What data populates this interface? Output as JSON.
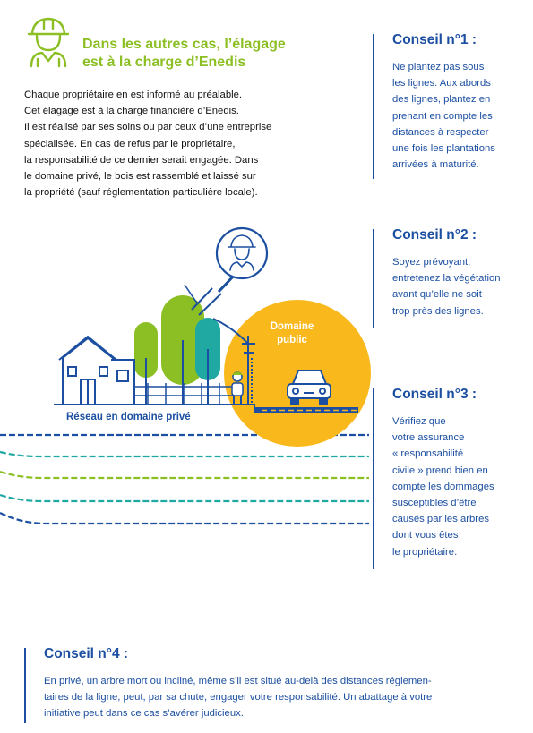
{
  "intro": {
    "title_line1": "Dans les autres cas, l’élagage",
    "title_line2": "est à la charge d’Enedis",
    "paragraph_lines": [
      "Chaque propriétaire en est informé au préalable.",
      "Cet élagage est à la charge financière d’Enedis.",
      "Il est réalisé par ses soins ou par ceux d’une entreprise",
      "spécialisée. En cas de refus par le propriétaire,",
      "la responsabilité de ce dernier serait engagée. Dans",
      "le domaine privé, le bois est rassemblé et laissé sur",
      "la propriété (sauf réglementation particulière locale)."
    ]
  },
  "illustration": {
    "label_private": "Réseau en domaine privé",
    "label_public_line1": "Domaine",
    "label_public_line2": "public"
  },
  "conseils": [
    {
      "title": "Conseil n°1 :",
      "lines": [
        "Ne plantez pas sous",
        "les lignes. Aux abords",
        "des lignes, plantez en",
        "prenant en compte les",
        "distances à respecter",
        "une fois les plantations",
        "arrivées à maturité."
      ]
    },
    {
      "title": "Conseil n°2 :",
      "lines": [
        "Soyez prévoyant,",
        "entretenez la végétation",
        "avant qu’elle ne soit",
        "trop près des lignes."
      ]
    },
    {
      "title": "Conseil n°3 :",
      "lines": [
        "Vérifiez que",
        "votre assurance",
        "« responsabilité",
        "civile » prend bien en",
        "compte les dommages",
        "susceptibles d’être",
        "causés par les arbres",
        "dont vous êtes",
        "le propriétaire."
      ]
    },
    {
      "title": "Conseil n°4 :",
      "lines": [
        "En privé, un arbre mort ou incliné, même s’il est situé au-delà des distances réglemen-",
        "taires de la ligne, peut, par sa chute, engager votre responsabilité. Un abattage à votre",
        "initiative peut dans ce cas s’avérer judicieux."
      ]
    }
  ],
  "colors": {
    "green": "#8bbf23",
    "blue": "#1c4fa1",
    "yellow": "#f9b81b",
    "teal": "#20a9a2"
  }
}
